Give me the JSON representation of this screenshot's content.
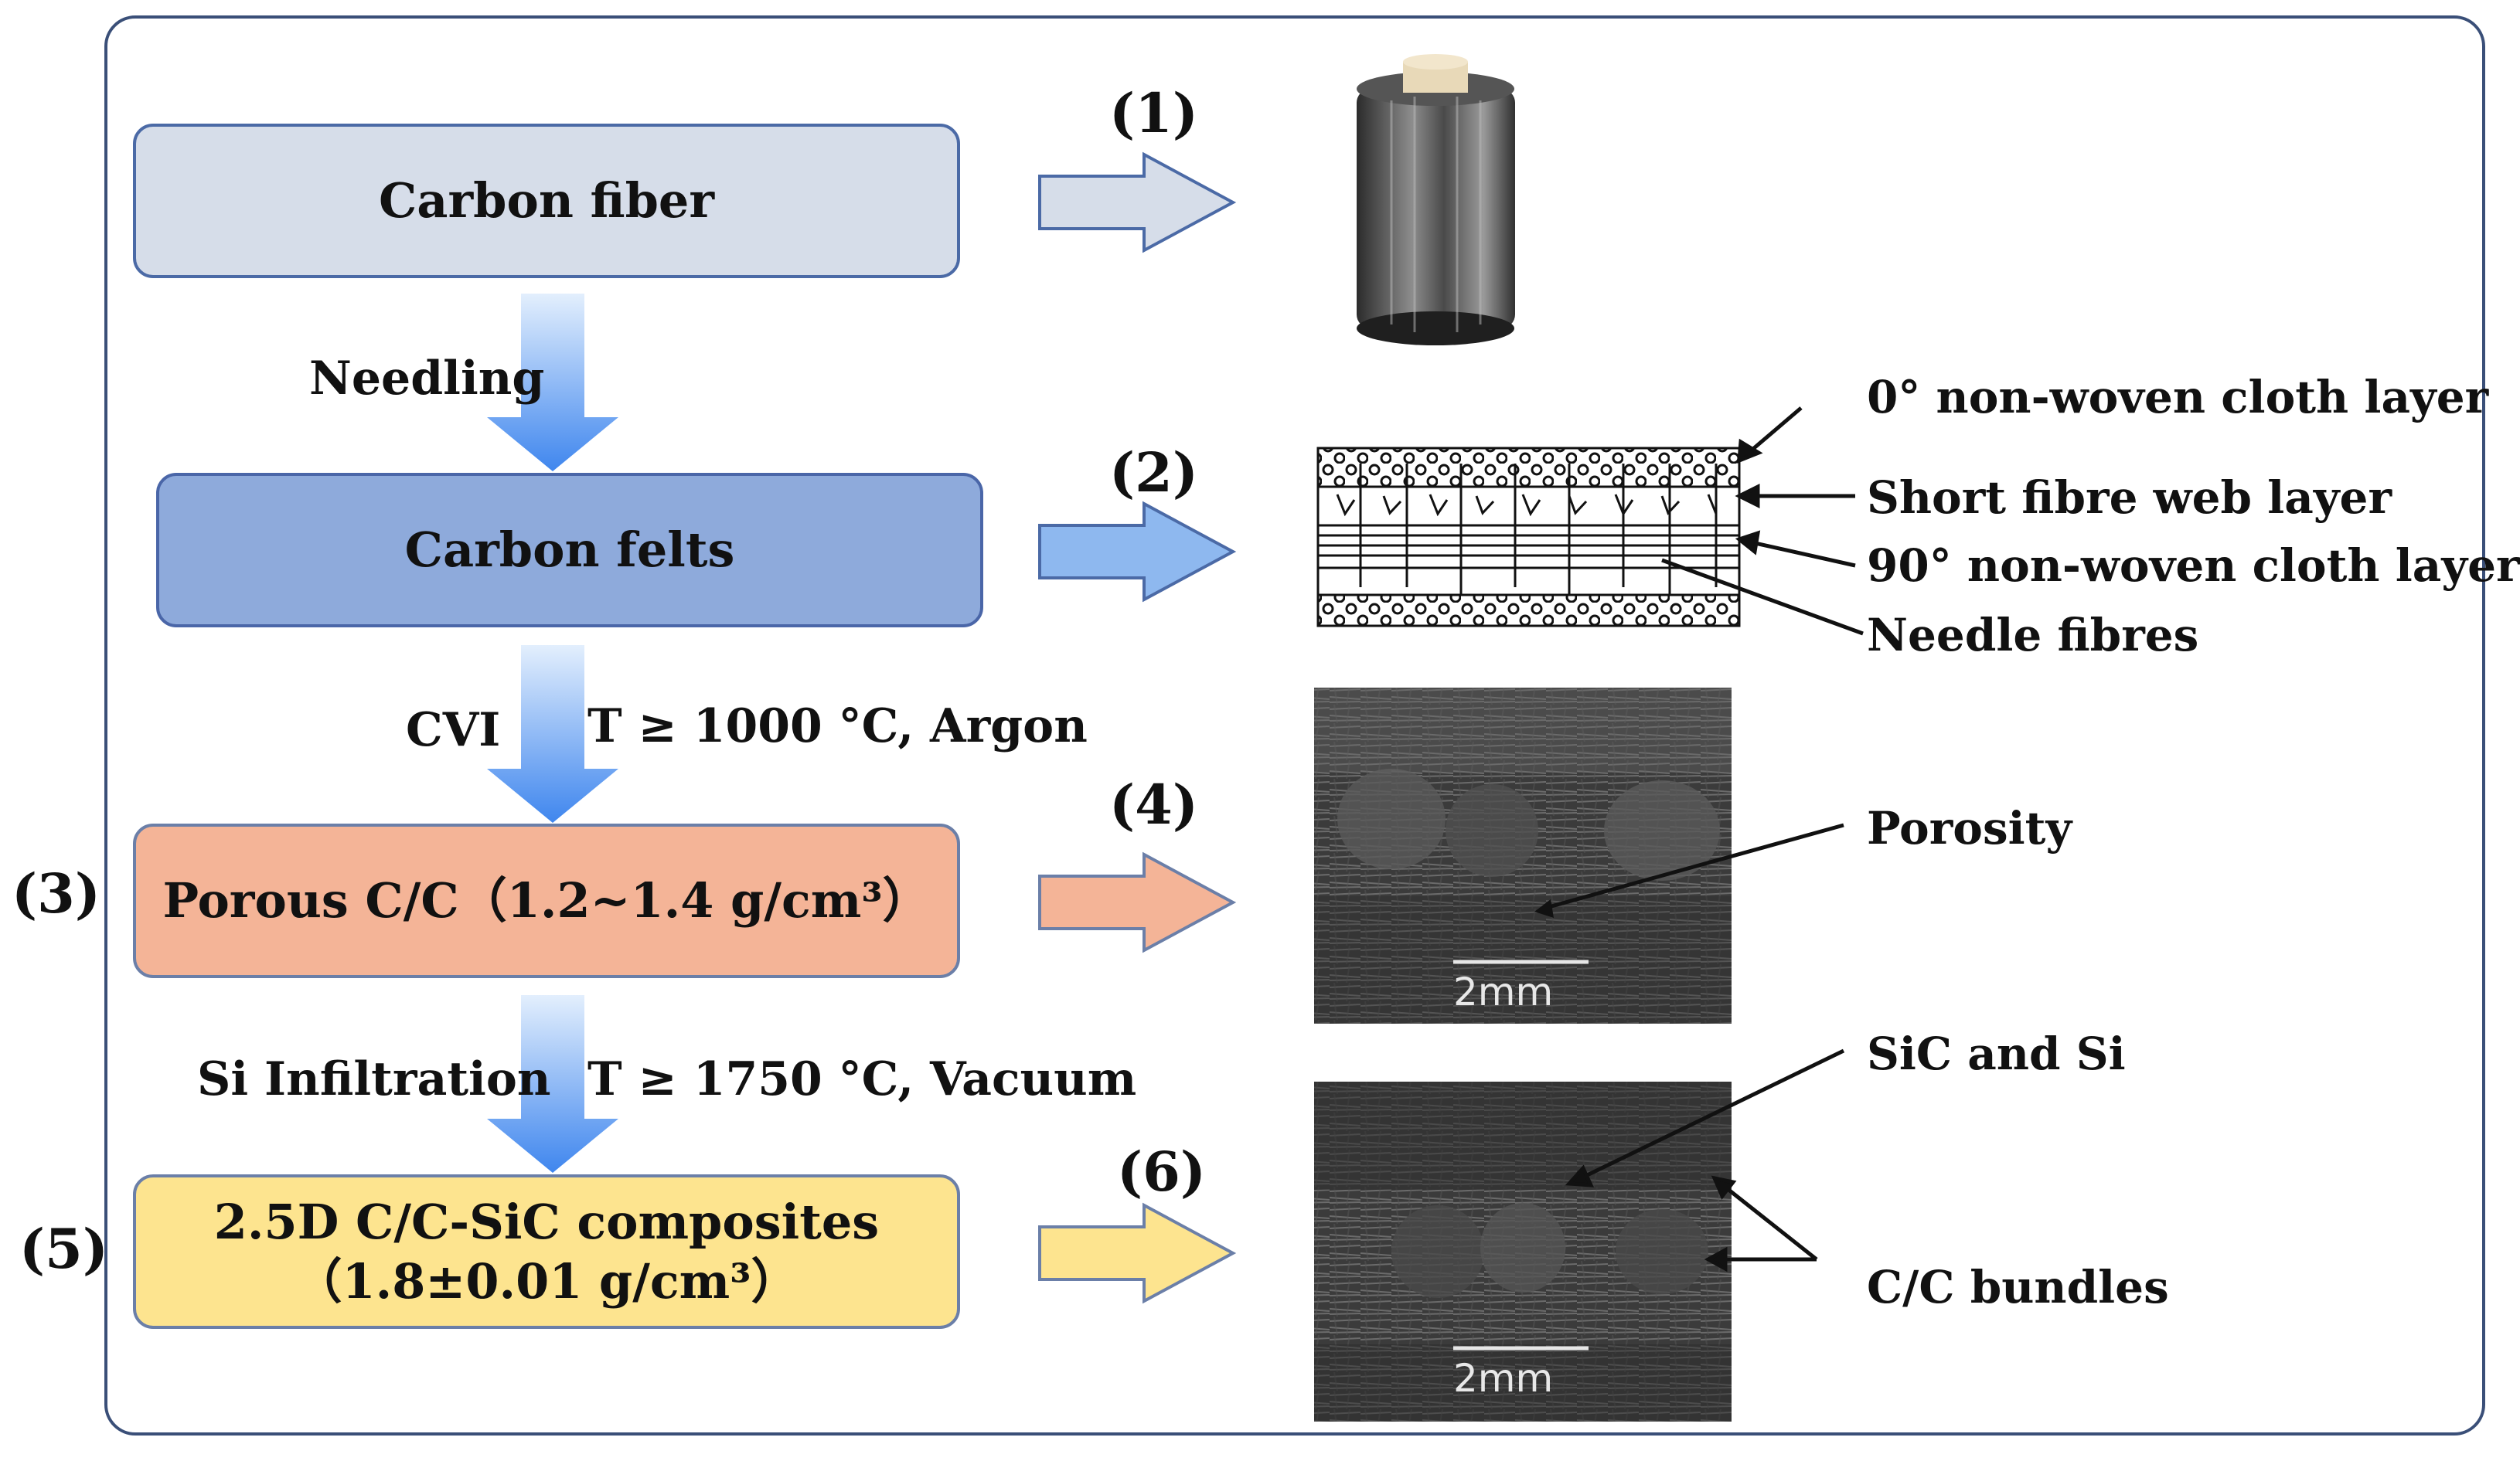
{
  "steps": [
    {
      "label": "Carbon fiber"
    },
    {
      "label": "Carbon felts"
    },
    {
      "label": "Porous C/C（1.2~1.4 g/cm³）"
    },
    {
      "label_line1": "2.5D C/C-SiC composites",
      "label_line2": "（1.8±0.01 g/cm³）"
    }
  ],
  "processes": [
    {
      "left": "Needling"
    },
    {
      "left": "CVI",
      "right": "T ≥ 1000 °C, Argon"
    },
    {
      "left": "Si Infiltration",
      "right": "T ≥ 1750 °C, Vacuum"
    }
  ],
  "markers": {
    "m1": "(1)",
    "m2": "(2)",
    "m3": "(3)",
    "m4": "(4)",
    "m5": "(5)",
    "m6": "(6)"
  },
  "felt_layers": [
    "0° non-woven cloth layer",
    "Short fibre web layer",
    "90° non-woven cloth layer",
    "Needle fibres"
  ],
  "micrograph1": {
    "annotation": "Porosity",
    "scale": "2mm"
  },
  "micrograph2": {
    "annotation_top": "SiC and Si",
    "annotation_bottom": "C/C bundles",
    "scale": "2mm"
  },
  "colors": {
    "frame": "#3a4f78",
    "carbon_fiber_box": "#d6dde9",
    "carbon_felts_box": "#8eaadb",
    "porous_cc_box": "#f4b497",
    "composite_box": "#fde48f",
    "down_arrow": "#4d8ef0"
  }
}
